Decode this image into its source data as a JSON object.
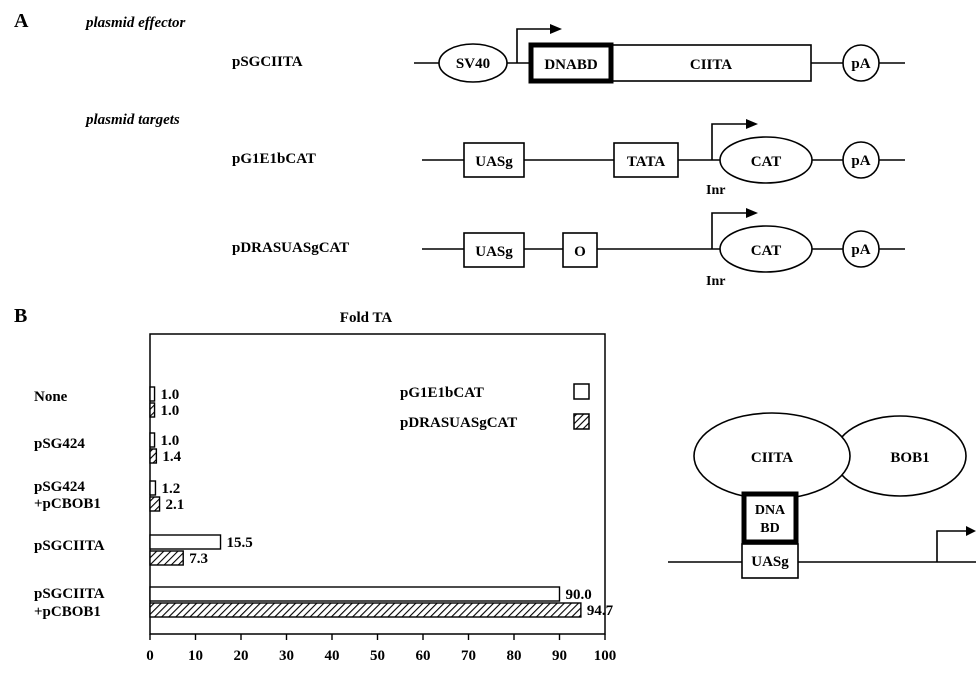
{
  "panel_a": {
    "label": "A",
    "effector_heading": "plasmid effector",
    "targets_heading": "plasmid targets",
    "constructs": [
      {
        "name": "pSGCIITA",
        "elements": [
          "SV40",
          "DNABD",
          "CIITA",
          "pA"
        ]
      },
      {
        "name": "pG1E1bCAT",
        "elements": [
          "UASg",
          "TATA",
          "CAT",
          "pA"
        ],
        "inr": "Inr"
      },
      {
        "name": "pDRASUASgCAT",
        "elements": [
          "UASg",
          "O",
          "CAT",
          "pA"
        ],
        "inr": "Inr"
      }
    ]
  },
  "panel_b": {
    "label": "B",
    "title": "Fold TA",
    "legend": [
      {
        "name": "pG1E1bCAT",
        "pattern": "open"
      },
      {
        "name": "pDRASUASgCAT",
        "pattern": "hatched"
      }
    ],
    "row_labels": [
      [
        "None"
      ],
      [
        "pSG424"
      ],
      [
        "pSG424",
        "+pCBOB1"
      ],
      [
        "pSGCIITA"
      ],
      [
        "pSGCIITA",
        "+pCBOB1"
      ]
    ]
  },
  "chart_data": {
    "type": "bar",
    "orientation": "horizontal",
    "title": "Fold TA",
    "categories": [
      "None",
      "pSG424",
      "pSG424 +pCBOB1",
      "pSGCIITA",
      "pSGCIITA +pCBOB1"
    ],
    "series": [
      {
        "name": "pG1E1bCAT",
        "values": [
          1.0,
          1.0,
          1.2,
          15.5,
          90.0
        ],
        "labels": [
          "1.0",
          "1.0",
          "1.2",
          "15.5",
          "90.0"
        ]
      },
      {
        "name": "pDRASUASgCAT",
        "values": [
          1.0,
          1.4,
          2.1,
          7.3,
          94.7
        ],
        "labels": [
          "1.0",
          "1.4",
          "2.1",
          "7.3",
          "94.7"
        ]
      }
    ],
    "xlim": [
      0,
      100
    ],
    "xticks": [
      0,
      10,
      20,
      30,
      40,
      50,
      60,
      70,
      80,
      90,
      100
    ],
    "legend_position": "top-right",
    "grid": false
  },
  "model": {
    "proteins": [
      "CIITA",
      "BOB1"
    ],
    "dnabd_lines": [
      "DNA",
      "BD"
    ],
    "site": "UASg"
  }
}
